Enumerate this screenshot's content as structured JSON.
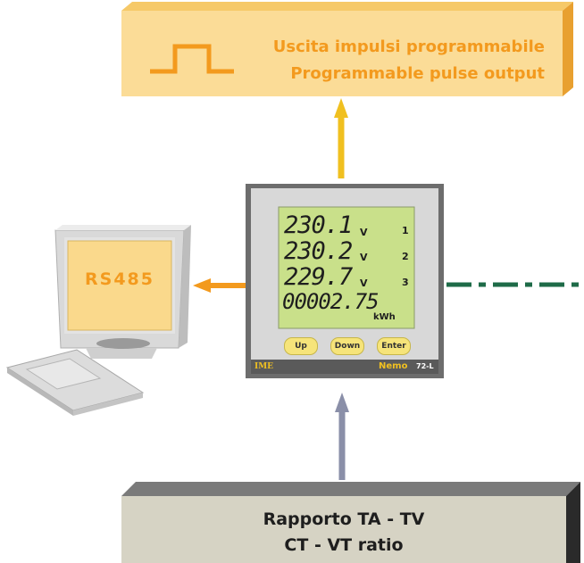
{
  "pulse_output": {
    "line1": "Uscita impulsi programmabile",
    "line2": "Programmable pulse output"
  },
  "computer": {
    "screen_label": "RS485"
  },
  "meter": {
    "brand": "IME",
    "model_name": "Nemo",
    "model_number": "72-L",
    "readings": [
      {
        "value": "230.1",
        "unit": "V",
        "index": "1"
      },
      {
        "value": "230.2",
        "unit": "V",
        "index": "2"
      },
      {
        "value": "229.7",
        "unit": "V",
        "index": "3"
      }
    ],
    "energy": {
      "value": "00002.75",
      "unit": "kWh"
    },
    "buttons": {
      "up": "Up",
      "down": "Down",
      "enter": "Enter"
    }
  },
  "ratio": {
    "line1": "Rapporto TA - TV",
    "line2": "CT - VT ratio"
  },
  "colors": {
    "orange": "#f39a1e",
    "yellow_arrow": "#f0c020",
    "grey_arrow": "#8a8fa8",
    "green_link": "#1e6b48",
    "lcd": "#c9e08a",
    "box_fill": "#fbdc97"
  }
}
